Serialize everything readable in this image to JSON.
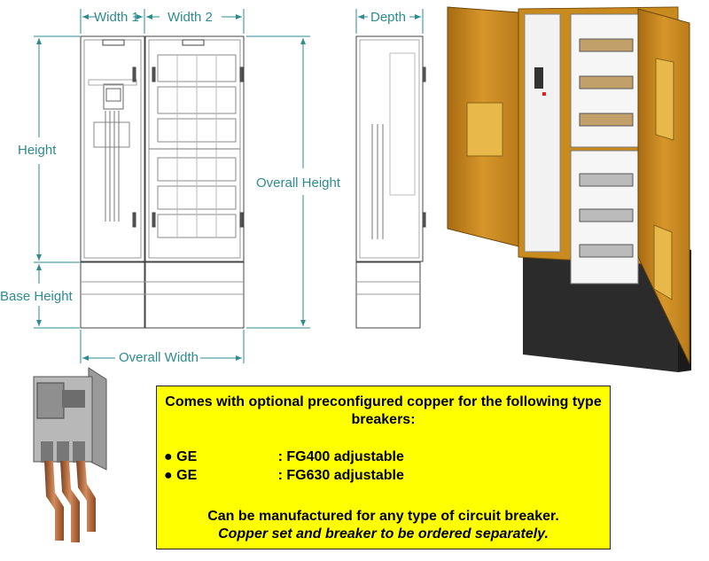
{
  "dimensions": {
    "width1": "Width 1",
    "width2": "Width 2",
    "depth": "Depth",
    "height": "Height",
    "overall_height": "Overall Height",
    "base_height": "Base Height",
    "overall_width": "Overall Width"
  },
  "note": {
    "title": "Comes with optional preconfigured copper for the following type breakers:",
    "breakers": [
      {
        "bullet": "●",
        "brand": "GE",
        "model": ": FG400 adjustable"
      },
      {
        "bullet": "●",
        "brand": "GE",
        "model": ": FG630 adjustable"
      }
    ],
    "closing_1": "Can be manufactured for any type of circuit breaker.",
    "closing_2": "Copper set and breaker to be ordered separately."
  },
  "colors": {
    "dimension": "#2e8b8f",
    "note_bg": "#ffff00",
    "cabinet_door": "#c98a1e",
    "cabinet_base": "#2b2b2b"
  }
}
